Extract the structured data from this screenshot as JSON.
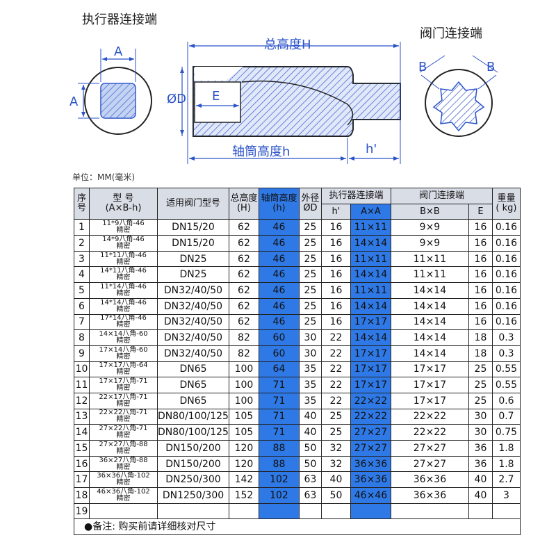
{
  "diagram": {
    "actuator_label": "执行器连接端",
    "valve_label": "阀门连接端",
    "dim_A": "A",
    "dim_B": "B",
    "total_height": "总高度H",
    "sleeve_height": "轴筒高度h",
    "dim_D": "ØD",
    "dim_E": "E",
    "dim_h_prime": "h'"
  },
  "unit": "单位：MM(毫米)",
  "table": {
    "headers": {
      "index": "序号",
      "model": "型    号",
      "model_sub": "(A×B-h)",
      "valve_type": "适用阀门型号",
      "total_h": "总高度",
      "total_h_sub": "(H)",
      "sleeve_h": "轴筒高度",
      "sleeve_h_sub": "(h)",
      "od": "外径",
      "od_sub": "ØD",
      "actuator_group": "执行器连接端",
      "hp": "h'",
      "axa": "A×A",
      "valve_group": "阀门连接端",
      "bxb": "B×B",
      "e": "E",
      "weight": "重量",
      "weight_sub": "( kg)"
    },
    "rows": [
      {
        "n": "1",
        "model": "11*9八角-46",
        "model2": "精密",
        "valve": "DN15/20",
        "H": "62",
        "h": "46",
        "D": "25",
        "hp": "16",
        "AxA": "11×11",
        "BxB": "9×9",
        "E": "16",
        "kg": "0.16"
      },
      {
        "n": "2",
        "model": "14*9八角-46",
        "model2": "精密",
        "valve": "DN15/20",
        "H": "62",
        "h": "46",
        "D": "25",
        "hp": "16",
        "AxA": "14×14",
        "BxB": "9×9",
        "E": "16",
        "kg": "0.16"
      },
      {
        "n": "3",
        "model": "11*11八角-46",
        "model2": "精密",
        "valve": "DN25",
        "H": "62",
        "h": "46",
        "D": "25",
        "hp": "16",
        "AxA": "11×11",
        "BxB": "11×11",
        "E": "16",
        "kg": "0.16"
      },
      {
        "n": "4",
        "model": "14*11八角-46",
        "model2": "精密",
        "valve": "DN25",
        "H": "62",
        "h": "46",
        "D": "25",
        "hp": "16",
        "AxA": "14×14",
        "BxB": "11×11",
        "E": "16",
        "kg": "0.16"
      },
      {
        "n": "5",
        "model": "11*14八角-46",
        "model2": "精密",
        "valve": "DN32/40/50",
        "H": "62",
        "h": "46",
        "D": "25",
        "hp": "16",
        "AxA": "11×11",
        "BxB": "14×14",
        "E": "16",
        "kg": "0.16"
      },
      {
        "n": "6",
        "model": "14*14八角-46",
        "model2": "精密",
        "valve": "DN32/40/50",
        "H": "62",
        "h": "46",
        "D": "25",
        "hp": "16",
        "AxA": "14×14",
        "BxB": "14×14",
        "E": "16",
        "kg": "0.16"
      },
      {
        "n": "7",
        "model": "17*14八角-46",
        "model2": "精密",
        "valve": "DN32/40/50",
        "H": "62",
        "h": "46",
        "D": "25",
        "hp": "16",
        "AxA": "17×17",
        "BxB": "14×14",
        "E": "16",
        "kg": "0.16"
      },
      {
        "n": "8",
        "model": "14×14八角-60",
        "model2": "精密",
        "valve": "DN32/40/50",
        "H": "82",
        "h": "60",
        "D": "30",
        "hp": "22",
        "AxA": "14×14",
        "BxB": "14×14",
        "E": "18",
        "kg": "0.3"
      },
      {
        "n": "9",
        "model": "17×14八角-60",
        "model2": "精密",
        "valve": "DN32/40/50",
        "H": "82",
        "h": "60",
        "D": "30",
        "hp": "22",
        "AxA": "17×17",
        "BxB": "14×14",
        "E": "18",
        "kg": "0.3"
      },
      {
        "n": "10",
        "model": "17×17八角-64",
        "model2": "精密",
        "valve": "DN65",
        "H": "100",
        "h": "64",
        "D": "35",
        "hp": "22",
        "AxA": "17×17",
        "BxB": "17×17",
        "E": "25",
        "kg": "0.55"
      },
      {
        "n": "11",
        "model": "17×17八角-71",
        "model2": "精密",
        "valve": "DN65",
        "H": "100",
        "h": "71",
        "D": "35",
        "hp": "22",
        "AxA": "17×17",
        "BxB": "17×17",
        "E": "25",
        "kg": "0.55"
      },
      {
        "n": "12",
        "model": "22×17八角-71",
        "model2": "精密",
        "valve": "DN65",
        "H": "100",
        "h": "71",
        "D": "35",
        "hp": "22",
        "AxA": "22×22",
        "BxB": "17×17",
        "E": "25",
        "kg": "0.6"
      },
      {
        "n": "13",
        "model": "22×22八角-71",
        "model2": "精密",
        "valve": "DN80/100/125",
        "H": "105",
        "h": "71",
        "D": "40",
        "hp": "25",
        "AxA": "22×22",
        "BxB": "22×22",
        "E": "30",
        "kg": "0.7"
      },
      {
        "n": "14",
        "model": "27×22八角-71",
        "model2": "精密",
        "valve": "DN80/100/125",
        "H": "105",
        "h": "71",
        "D": "40",
        "hp": "25",
        "AxA": "27×27",
        "BxB": "22×22",
        "E": "30",
        "kg": "0.75"
      },
      {
        "n": "15",
        "model": "27×27八角-88",
        "model2": "精密",
        "valve": "DN150/200",
        "H": "120",
        "h": "88",
        "D": "50",
        "hp": "32",
        "AxA": "27×27",
        "BxB": "27×27",
        "E": "36",
        "kg": "1.8"
      },
      {
        "n": "16",
        "model": "36×27八角-88",
        "model2": "精密",
        "valve": "DN150/200",
        "H": "120",
        "h": "88",
        "D": "50",
        "hp": "32",
        "AxA": "36×36",
        "BxB": "27×27",
        "E": "36",
        "kg": "1.8"
      },
      {
        "n": "17",
        "model": "36×36八角-102",
        "model2": "精密",
        "valve": "DN250/300",
        "H": "142",
        "h": "102",
        "D": "63",
        "hp": "40",
        "AxA": "36×36",
        "BxB": "36×36",
        "E": "40",
        "kg": "2.7"
      },
      {
        "n": "18",
        "model": "46×36八角-102",
        "model2": "精密",
        "valve": "DN1250/300",
        "H": "152",
        "h": "102",
        "D": "63",
        "hp": "50",
        "AxA": "46×46",
        "BxB": "36×36",
        "E": "40",
        "kg": "3"
      },
      {
        "n": "19",
        "model": "",
        "model2": "",
        "valve": "",
        "H": "",
        "h": "",
        "D": "",
        "hp": "",
        "AxA": "",
        "BxB": "",
        "E": "",
        "kg": ""
      }
    ],
    "note": "●备注: 购买前请详细核对尺寸"
  }
}
